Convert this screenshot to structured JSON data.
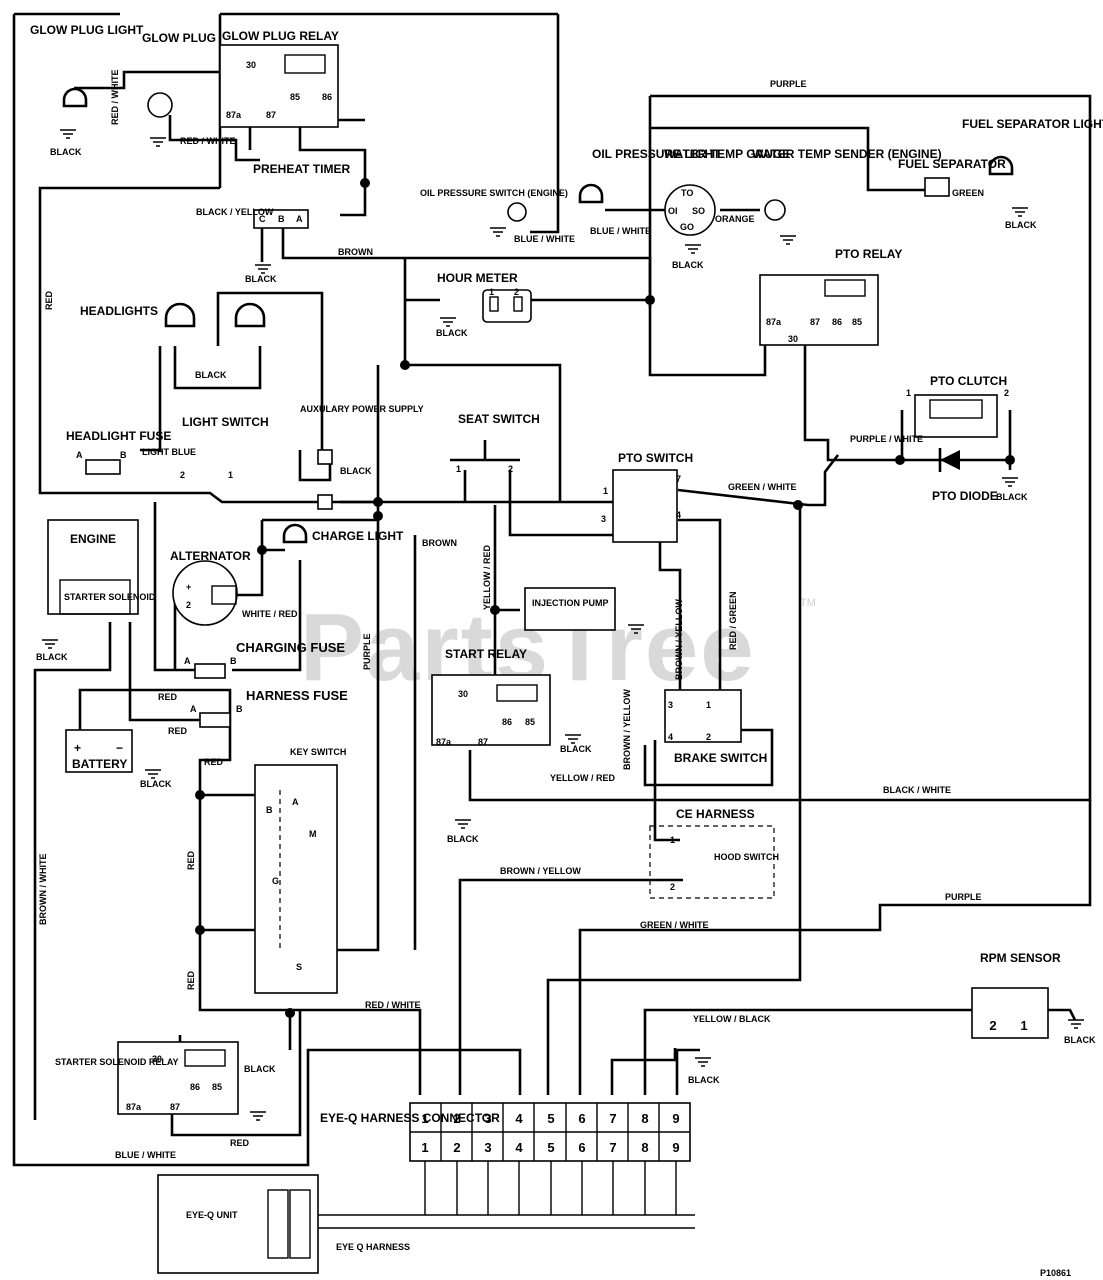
{
  "watermark": {
    "brand": "PartsTree",
    "tm": "TM"
  },
  "ref": "P10861",
  "components": {
    "glow_plug_light": "GLOW PLUG LIGHT",
    "glow_plug": "GLOW PLUG",
    "glow_plug_relay": "GLOW PLUG RELAY",
    "preheat_timer": "PREHEAT TIMER",
    "oil_pressure_switch": "OIL PRESSURE SWITCH (ENGINE)",
    "oil_pressure_light": "OIL PRESSURE LIGHT",
    "water_temp_gauge": "WATER TEMP GAUGE",
    "water_temp_sender": "WATER TEMP SENDER (ENGINE)",
    "fuel_separator": "FUEL SEPARATOR",
    "fuel_separator_light": "FUEL SEPARATOR LIGHT",
    "pto_relay": "PTO RELAY",
    "pto_clutch": "PTO CLUTCH",
    "pto_diode": "PTO DIODE",
    "hour_meter": "HOUR METER",
    "headlights": "HEADLIGHTS",
    "light_switch": "LIGHT SWITCH",
    "headlight_fuse": "HEADLIGHT FUSE",
    "auxiliary_power_supply": "AUXULARY POWER SUPPLY",
    "seat_switch": "SEAT SWITCH",
    "pto_switch": "PTO SWITCH",
    "engine": "ENGINE",
    "starter_solenoid": "STARTER SOLENOID",
    "alternator": "ALTERNATOR",
    "charge_light": "CHARGE LIGHT",
    "charging_fuse": "CHARGING FUSE",
    "harness_fuse": "HARNESS FUSE",
    "battery": "BATTERY",
    "key_switch": "KEY SWITCH",
    "injection_pump": "INJECTION PUMP",
    "start_relay": "START RELAY",
    "brake_switch": "BRAKE SWITCH",
    "ce_harness": "CE HARNESS",
    "hood_switch": "HOOD SWITCH",
    "rpm_sensor": "RPM SENSOR",
    "starter_solenoid_relay": "STARTER SOLENOID RELAY",
    "eye_q_harness_connector": "EYE-Q HARNESS CONNECTOR",
    "eye_q_unit": "EYE-Q UNIT",
    "eye_q_harness": "EYE Q HARNESS"
  },
  "wires": {
    "purple": "PURPLE",
    "black": "BLACK",
    "red": "RED",
    "brown": "BROWN",
    "orange": "ORANGE",
    "green": "GREEN",
    "red_white": "RED / WHITE",
    "black_yellow": "BLACK / YELLOW",
    "blue_white": "BLUE / WHITE",
    "light_blue": "LIGHT BLUE",
    "white_red": "WHITE / RED",
    "yellow_red": "YELLOW / RED",
    "green_white": "GREEN / WHITE",
    "red_green": "RED / GREEN",
    "brown_yellow": "BROWN / YELLOW",
    "black_white": "BLACK / WHITE",
    "brown_white": "BROWN / WHITE",
    "purple_white": "PURPLE / WHITE",
    "yellow_black": "YELLOW / BLACK"
  },
  "terminals": {
    "t30": "30",
    "t85": "85",
    "t86": "86",
    "t87": "87",
    "t87a": "87a",
    "a": "A",
    "b": "B",
    "c": "C",
    "one": "1",
    "two": "2",
    "three": "3",
    "four": "4",
    "seven": "7",
    "to": "TO",
    "oi": "OI",
    "so": "SO",
    "go": "GO",
    "key_b": "B",
    "key_a": "A",
    "key_m": "M",
    "key_g": "G",
    "key_s": "S",
    "plus": "+",
    "minus": "−"
  },
  "connector": {
    "pins": [
      "1",
      "2",
      "3",
      "4",
      "5",
      "6",
      "7",
      "8",
      "9"
    ]
  }
}
